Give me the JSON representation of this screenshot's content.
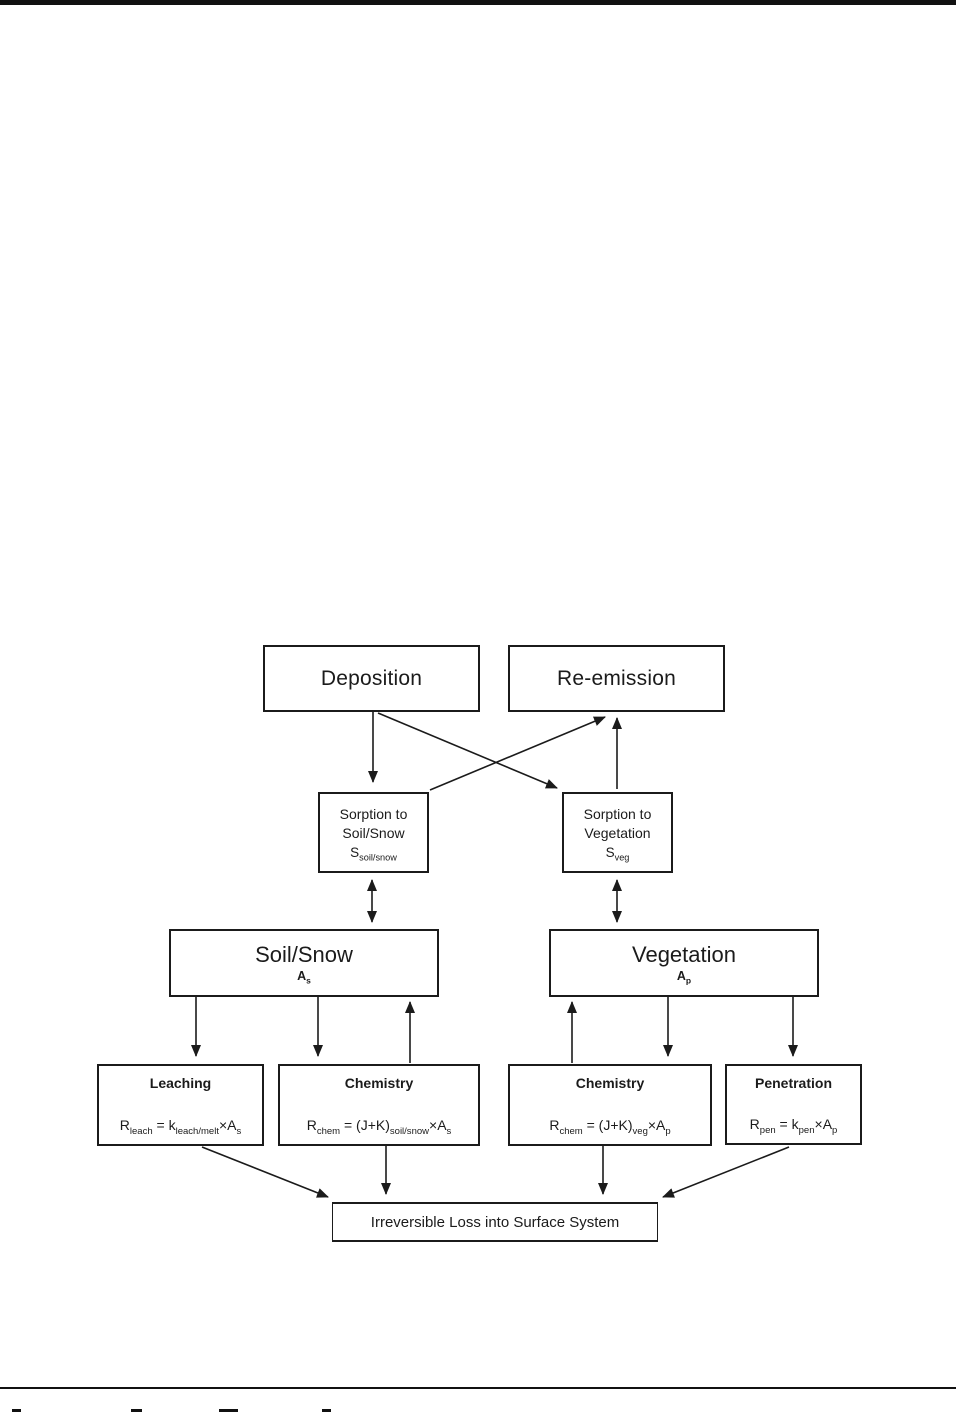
{
  "diagram": {
    "colors": {
      "ink": "#1b1b1b",
      "background": "#ffffff"
    },
    "nodes": {
      "deposition": {
        "label": "Deposition"
      },
      "re_emission": {
        "label": "Re-emission"
      },
      "sorption_soil": {
        "lines": [
          "Sorption to",
          "Soil/Snow"
        ],
        "symbol": [
          {
            "t": "S"
          },
          {
            "s": "soil/snow"
          }
        ]
      },
      "sorption_veg": {
        "lines": [
          "Sorption to",
          "Vegetation"
        ],
        "symbol": [
          {
            "t": "S"
          },
          {
            "s": "veg"
          }
        ]
      },
      "soil_snow": {
        "label": "Soil/Snow",
        "symbol": [
          {
            "t": "A"
          },
          {
            "s": "s"
          }
        ]
      },
      "vegetation": {
        "label": "Vegetation",
        "symbol": [
          {
            "t": "A"
          },
          {
            "s": "p"
          }
        ]
      },
      "leaching": {
        "label": "Leaching",
        "formula": [
          {
            "t": "R"
          },
          {
            "s": "leach"
          },
          {
            "t": " = k"
          },
          {
            "s": "leach/melt"
          },
          {
            "t": "×A"
          },
          {
            "s": "s"
          }
        ]
      },
      "chemistry_soil": {
        "label": "Chemistry",
        "formula": [
          {
            "t": "R"
          },
          {
            "s": "chem"
          },
          {
            "t": " = (J+K)"
          },
          {
            "s": "soil/snow"
          },
          {
            "t": "×A"
          },
          {
            "s": "s"
          }
        ]
      },
      "chemistry_veg": {
        "label": "Chemistry",
        "formula": [
          {
            "t": "R"
          },
          {
            "s": "chem"
          },
          {
            "t": " = (J+K)"
          },
          {
            "s": "veg"
          },
          {
            "t": "×A"
          },
          {
            "s": "p"
          }
        ]
      },
      "penetration": {
        "label": "Penetration",
        "formula": [
          {
            "t": "R"
          },
          {
            "s": "pen"
          },
          {
            "t": " = k"
          },
          {
            "s": "pen"
          },
          {
            "t": "×A"
          },
          {
            "s": "p"
          }
        ]
      },
      "loss": {
        "label": "Irreversible Loss into Surface System"
      }
    },
    "edges": [
      {
        "from": "deposition",
        "to": "sorption_soil",
        "style": "arrow"
      },
      {
        "from": "deposition",
        "to": "sorption_veg",
        "style": "arrow"
      },
      {
        "from": "sorption_soil",
        "to": "re_emission",
        "style": "arrow"
      },
      {
        "from": "sorption_veg",
        "to": "re_emission",
        "style": "arrow"
      },
      {
        "from": "sorption_soil",
        "to": "soil_snow",
        "style": "double-arrow"
      },
      {
        "from": "sorption_veg",
        "to": "vegetation",
        "style": "double-arrow"
      },
      {
        "from": "soil_snow",
        "to": "leaching",
        "style": "arrow"
      },
      {
        "from": "soil_snow",
        "to": "chemistry_soil",
        "style": "arrow"
      },
      {
        "from": "chemistry_soil",
        "to": "soil_snow",
        "style": "arrow"
      },
      {
        "from": "chemistry_veg",
        "to": "vegetation",
        "style": "arrow"
      },
      {
        "from": "vegetation",
        "to": "chemistry_veg",
        "style": "arrow"
      },
      {
        "from": "vegetation",
        "to": "penetration",
        "style": "arrow"
      },
      {
        "from": "leaching",
        "to": "loss",
        "style": "arrow"
      },
      {
        "from": "chemistry_soil",
        "to": "loss",
        "style": "arrow"
      },
      {
        "from": "chemistry_veg",
        "to": "loss",
        "style": "arrow"
      },
      {
        "from": "penetration",
        "to": "loss",
        "style": "arrow"
      }
    ]
  }
}
